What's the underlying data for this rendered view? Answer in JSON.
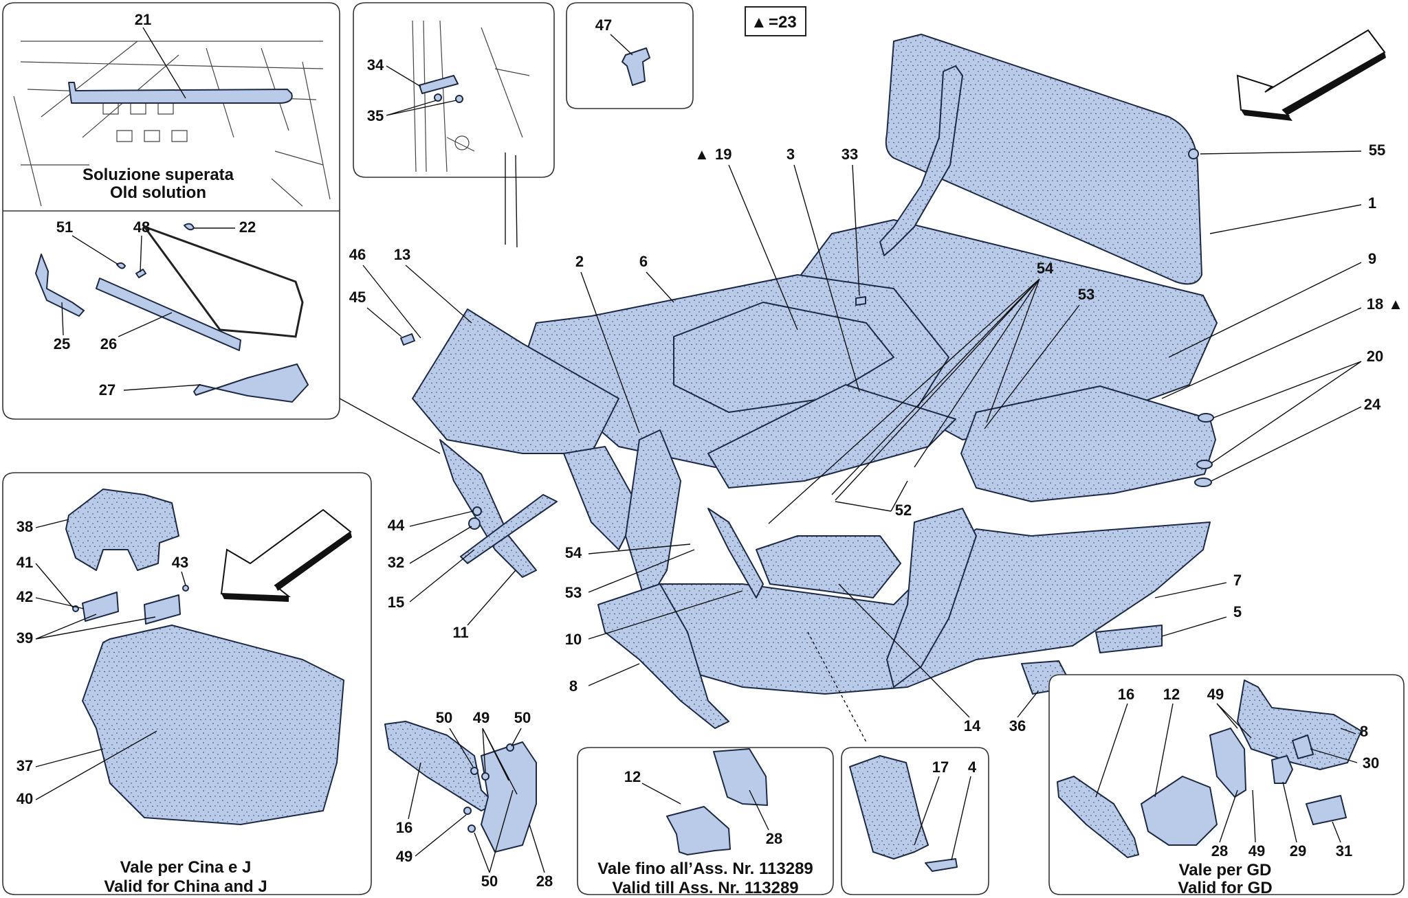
{
  "badge": {
    "symbol": "▲",
    "text": "=23"
  },
  "captions": {
    "old_solution_it": "Soluzione superata",
    "old_solution_en": "Old solution",
    "china_it": "Vale per Cina e J",
    "china_en": "Valid for China and J",
    "till_ass_it": "Vale fino all’Ass. Nr. 113289",
    "till_ass_en": "Valid till Ass. Nr. 113289",
    "gd_it": "Vale per GD",
    "gd_en": "Valid for GD"
  },
  "callouts": {
    "c21": "21",
    "c51": "51",
    "c48": "48",
    "c22": "22",
    "c25": "25",
    "c26": "26",
    "c27": "27",
    "c34": "34",
    "c35": "35",
    "c47": "47",
    "c55": "55",
    "c1": "1",
    "c9": "9",
    "c18": "18",
    "c20": "20",
    "c24": "24",
    "c19": "19",
    "c3": "3",
    "c33": "33",
    "c54a": "54",
    "c53a": "53",
    "c2": "2",
    "c6": "6",
    "c46": "46",
    "c13": "13",
    "c45": "45",
    "c44": "44",
    "c32": "32",
    "c15": "15",
    "c11": "11",
    "c52": "52",
    "c54b": "54",
    "c53b": "53",
    "c10": "10",
    "c8a": "8",
    "c7": "7",
    "c5": "5",
    "c14": "14",
    "c36": "36",
    "c38": "38",
    "c41": "41",
    "c42": "42",
    "c43": "43",
    "c39": "39",
    "c37": "37",
    "c40": "40",
    "c50a": "50",
    "c49a": "49",
    "c50b": "50",
    "c16a": "16",
    "c49b": "49",
    "c50c": "50",
    "c28a": "28",
    "c12a": "12",
    "c28b": "28",
    "c17": "17",
    "c4": "4",
    "c16b": "16",
    "c12b": "12",
    "c49c": "49",
    "c8b": "8",
    "c30": "30",
    "c28c": "28",
    "c49d": "49",
    "c29": "29",
    "c31": "31"
  },
  "markers": {
    "triangle": "▲"
  },
  "colors": {
    "part_fill": "#b9cbe8",
    "speckle": "#2b3a5c",
    "outline": "#1d2a44"
  }
}
